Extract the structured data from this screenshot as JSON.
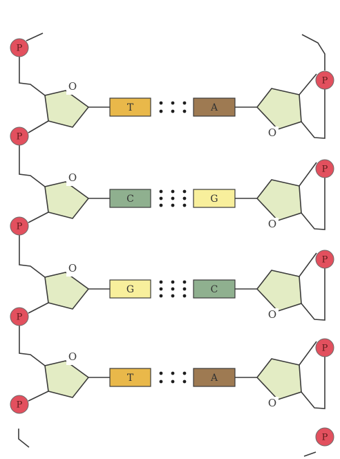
{
  "diagram": {
    "phosphate_label": "P",
    "oxygen_label": "O",
    "pairs": [
      {
        "left": "T",
        "right": "A",
        "hbonds": 2
      },
      {
        "left": "C",
        "right": "G",
        "hbonds": 3
      },
      {
        "left": "G",
        "right": "C",
        "hbonds": 3
      },
      {
        "left": "T",
        "right": "A",
        "hbonds": 2
      }
    ],
    "colors": {
      "T": "#e9b84a",
      "A": "#9e7a52",
      "C": "#8fb08f",
      "G": "#f8ef9c",
      "phosphate": "#e2505e",
      "sugar": "#e3ecc4",
      "line": "#3a3a3a"
    }
  }
}
